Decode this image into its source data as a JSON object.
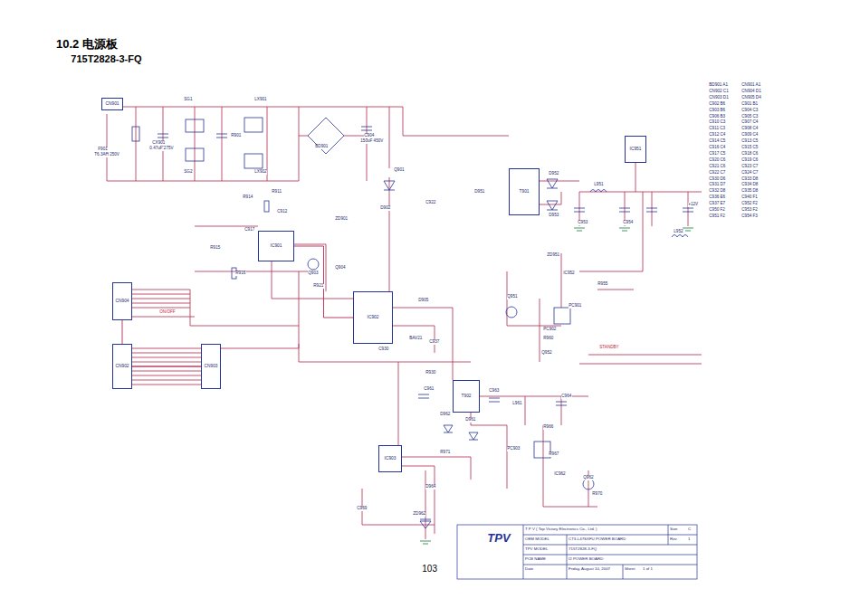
{
  "diagram": {
    "title": "10.2 电源板",
    "nodes": [
      {
        "text": [
          "CN901"
        ]
      },
      {
        "text": [
          "IC901"
        ]
      },
      {
        "text": [
          "IC902"
        ]
      },
      {
        "text": [
          "CN904"
        ]
      },
      {
        "text": [
          "CN902"
        ]
      },
      {
        "text": [
          "CN903"
        ]
      },
      {
        "text": [
          "T901"
        ]
      },
      {
        "text": [
          "T902"
        ]
      },
      {
        "text": [
          "IC951"
        ]
      },
      {
        "text": [
          "IC903"
        ]
      },
      {
        "text": [
          "T P V ( Top Victory Electronics Co., Ltd. )",
          "Size",
          "C",
          "OEM MODEL",
          "CT3-L47SXFU POWER BOARD",
          "Rev",
          "1",
          "TPV MODEL",
          "715T2828-3-FQ",
          "PCB NAME",
          "I2 POWER BOARD",
          "Date",
          "Friday, August 10, 2007",
          "Sheet",
          "1 of 1"
        ]
      }
    ],
    "edges": [
      {
        "from": 3,
        "to": 4,
        "arrow": "none"
      },
      {
        "from": 4,
        "to": 5,
        "arrow": "none"
      },
      {
        "from": 1,
        "to": 2,
        "arrow": "none"
      }
    ],
    "labels": [
      "715T2828-3-FQ",
      "103",
      "TPV",
      "F901",
      "T6.3AH 250V",
      "CX901",
      "0.47uF 275V",
      "SG1",
      "SG2",
      "LX901",
      "LX902",
      "R901",
      "BD901",
      "C904",
      "150uF 450V",
      "Q901",
      "D902",
      "R914",
      "C917",
      "ZD901",
      "Q903",
      "Q904",
      "R921",
      "D905",
      "C922",
      "D951",
      "D952",
      "D953",
      "L951",
      "C953",
      "C954",
      "+12V",
      "L952",
      "IC952",
      "PC901",
      "R955",
      "ZD951",
      "Q951",
      "PC902",
      "R960",
      "Q952",
      "D961",
      "C961",
      "D962",
      "L961",
      "C963",
      "C964",
      "R966",
      "PC903",
      "R967",
      "IC962",
      "Q962",
      "R970",
      "ZD962",
      "D964",
      "C969",
      "R971",
      "STANDBY",
      "ON/OFF",
      "R911",
      "C912",
      "R915",
      "R916",
      "C930",
      "BAV21",
      "C937",
      "R930",
      "BD901 A1",
      "CN901 A1",
      "CN902 C1",
      "CN904 D1",
      "CN903 D1",
      "CN905 D4",
      "C902 B6",
      "C901 B1",
      "C903 B6",
      "C904 C3",
      "C906 B3",
      "C905 C3",
      "C910 C3",
      "C907 C4",
      "C911 C3",
      "C908 C4",
      "C912 C4",
      "C909 C4",
      "C914 C5",
      "C913 C5",
      "C916 C4",
      "C915 C5",
      "C917 C5",
      "C918 C6",
      "C920 C6",
      "C919 C6",
      "C921 C6",
      "C923 C7",
      "C922 C7",
      "C924 C7",
      "C930 D6",
      "C933 D8",
      "C931 D7",
      "C934 D8",
      "C932 D8",
      "C935 D8",
      "C936 E6",
      "C940 F1",
      "C937 E7",
      "C952 F2",
      "C950 F2",
      "C953 F2",
      "C951 F2",
      "C954 F3"
    ]
  }
}
